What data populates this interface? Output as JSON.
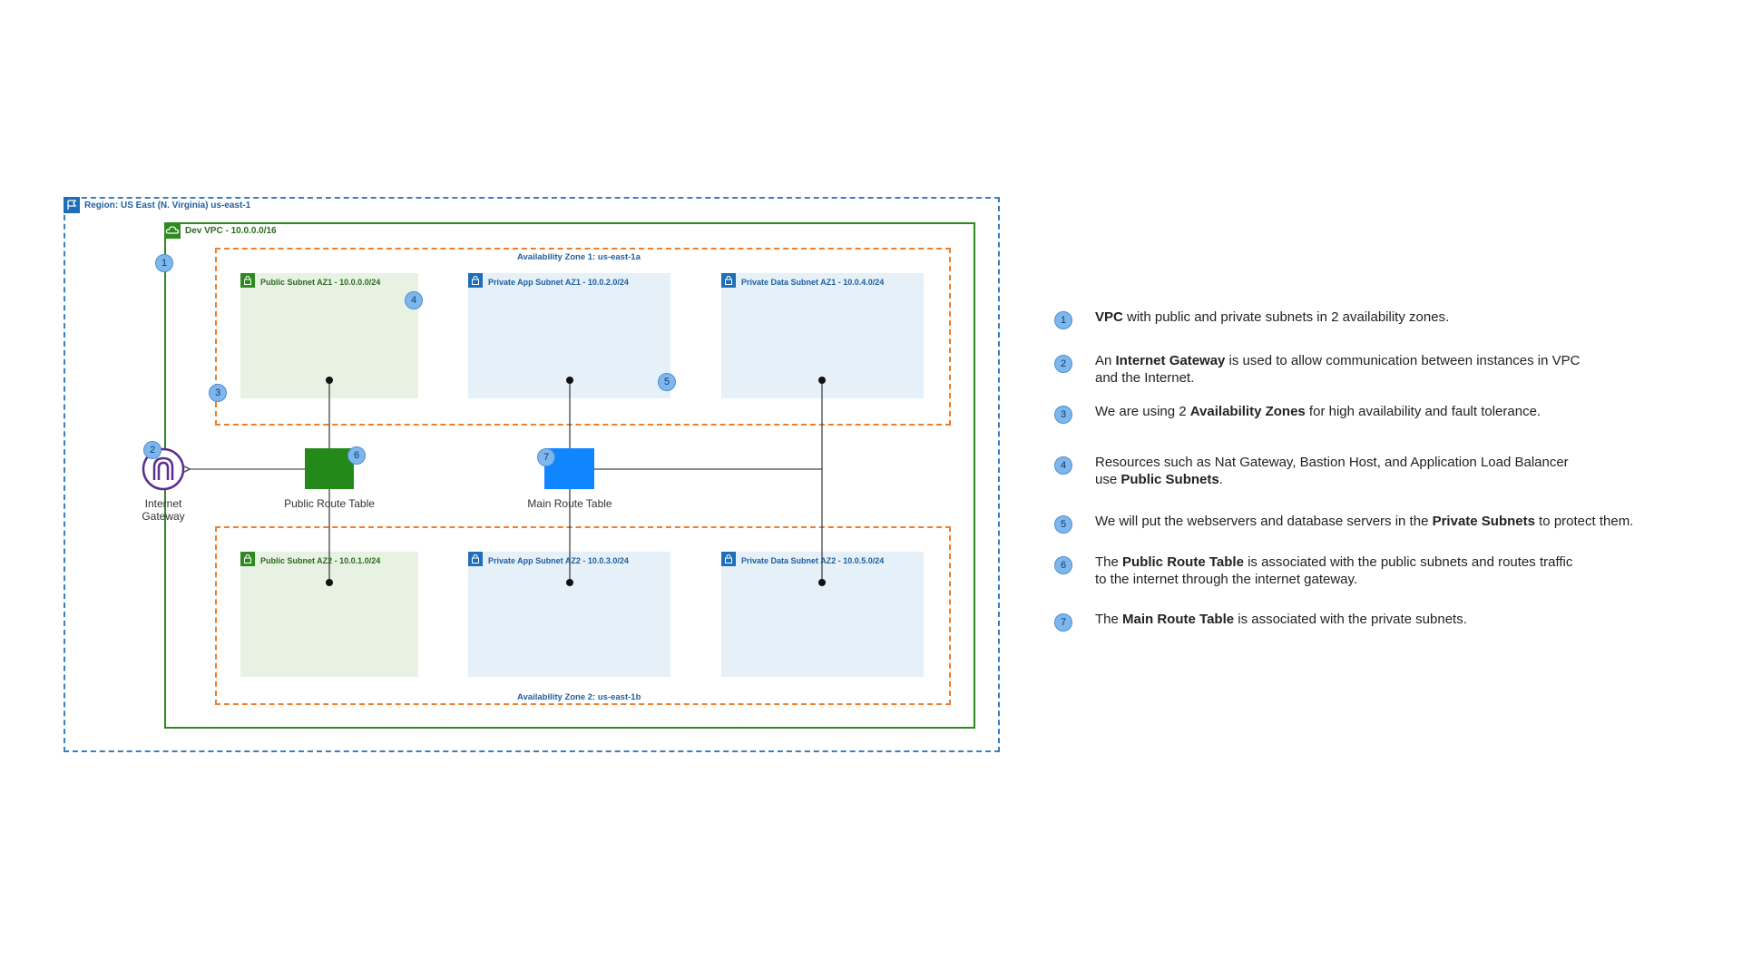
{
  "region": {
    "label": "Region: US East (N. Virginia) us-east-1"
  },
  "vpc": {
    "label": "Dev VPC - 10.0.0.0/16"
  },
  "az1": {
    "label": "Availability Zone 1: us-east-1a"
  },
  "az2": {
    "label": "Availability Zone 2: us-east-1b"
  },
  "subnets": {
    "public_az1": "Public Subnet AZ1 - 10.0.0.0/24",
    "private_app_az1": "Private App Subnet AZ1 - 10.0.2.0/24",
    "private_data_az1": "Private Data Subnet AZ1 - 10.0.4.0/24",
    "public_az2": "Public Subnet AZ2 - 10.0.1.0/24",
    "private_app_az2": "Private App Subnet AZ2  - 10.0.3.0/24",
    "private_data_az2": "Private Data Subnet AZ2  - 10.0.5.0/24"
  },
  "nodes": {
    "igw_line1": "Internet",
    "igw_line2": "Gateway",
    "public_rt": "Public Route Table",
    "main_rt": "Main Route Table"
  },
  "markers": [
    "1",
    "2",
    "3",
    "4",
    "5",
    "6",
    "7"
  ],
  "legend": [
    {
      "num": "1",
      "parts": [
        {
          "b": "VPC"
        },
        {
          "t": " with public and private subnets in 2 availability zones."
        }
      ]
    },
    {
      "num": "2",
      "parts": [
        {
          "t": "An "
        },
        {
          "b": "Internet Gateway"
        },
        {
          "t": " is used to allow communication between instances in VPC and the Internet."
        }
      ]
    },
    {
      "num": "3",
      "parts": [
        {
          "t": "We are using 2 "
        },
        {
          "b": "Availability Zones"
        },
        {
          "t": " for high availability and fault tolerance."
        }
      ]
    },
    {
      "num": "4",
      "parts": [
        {
          "t": "Resources such as Nat Gateway, Bastion Host, and Application Load Balancer use "
        },
        {
          "b": "Public Subnets"
        },
        {
          "t": "."
        }
      ]
    },
    {
      "num": "5",
      "parts": [
        {
          "t": "We will put the webservers and database servers in the "
        },
        {
          "b": "Private Subnets"
        },
        {
          "t": " to protect them."
        }
      ]
    },
    {
      "num": "6",
      "parts": [
        {
          "t": "The "
        },
        {
          "b": "Public Route Table"
        },
        {
          "t": " is associated with the public subnets and routes traffic to the internet through the internet gateway."
        }
      ]
    },
    {
      "num": "7",
      "parts": [
        {
          "t": "The "
        },
        {
          "b": "Main Route Table"
        },
        {
          "t": " is associated with the private subnets."
        }
      ]
    }
  ],
  "colors": {
    "region_border": "#3a7fc0",
    "vpc_border": "#2d8a1f",
    "az_border": "#f07d2a",
    "public_subnet_fill": "#e8f2e3",
    "private_subnet_fill": "#e5f0f8",
    "public_route_table": "#238a19",
    "main_route_table": "#0f85ff",
    "internet_gateway": "#5a2d91",
    "marker_fill": "#7eb6ee"
  }
}
